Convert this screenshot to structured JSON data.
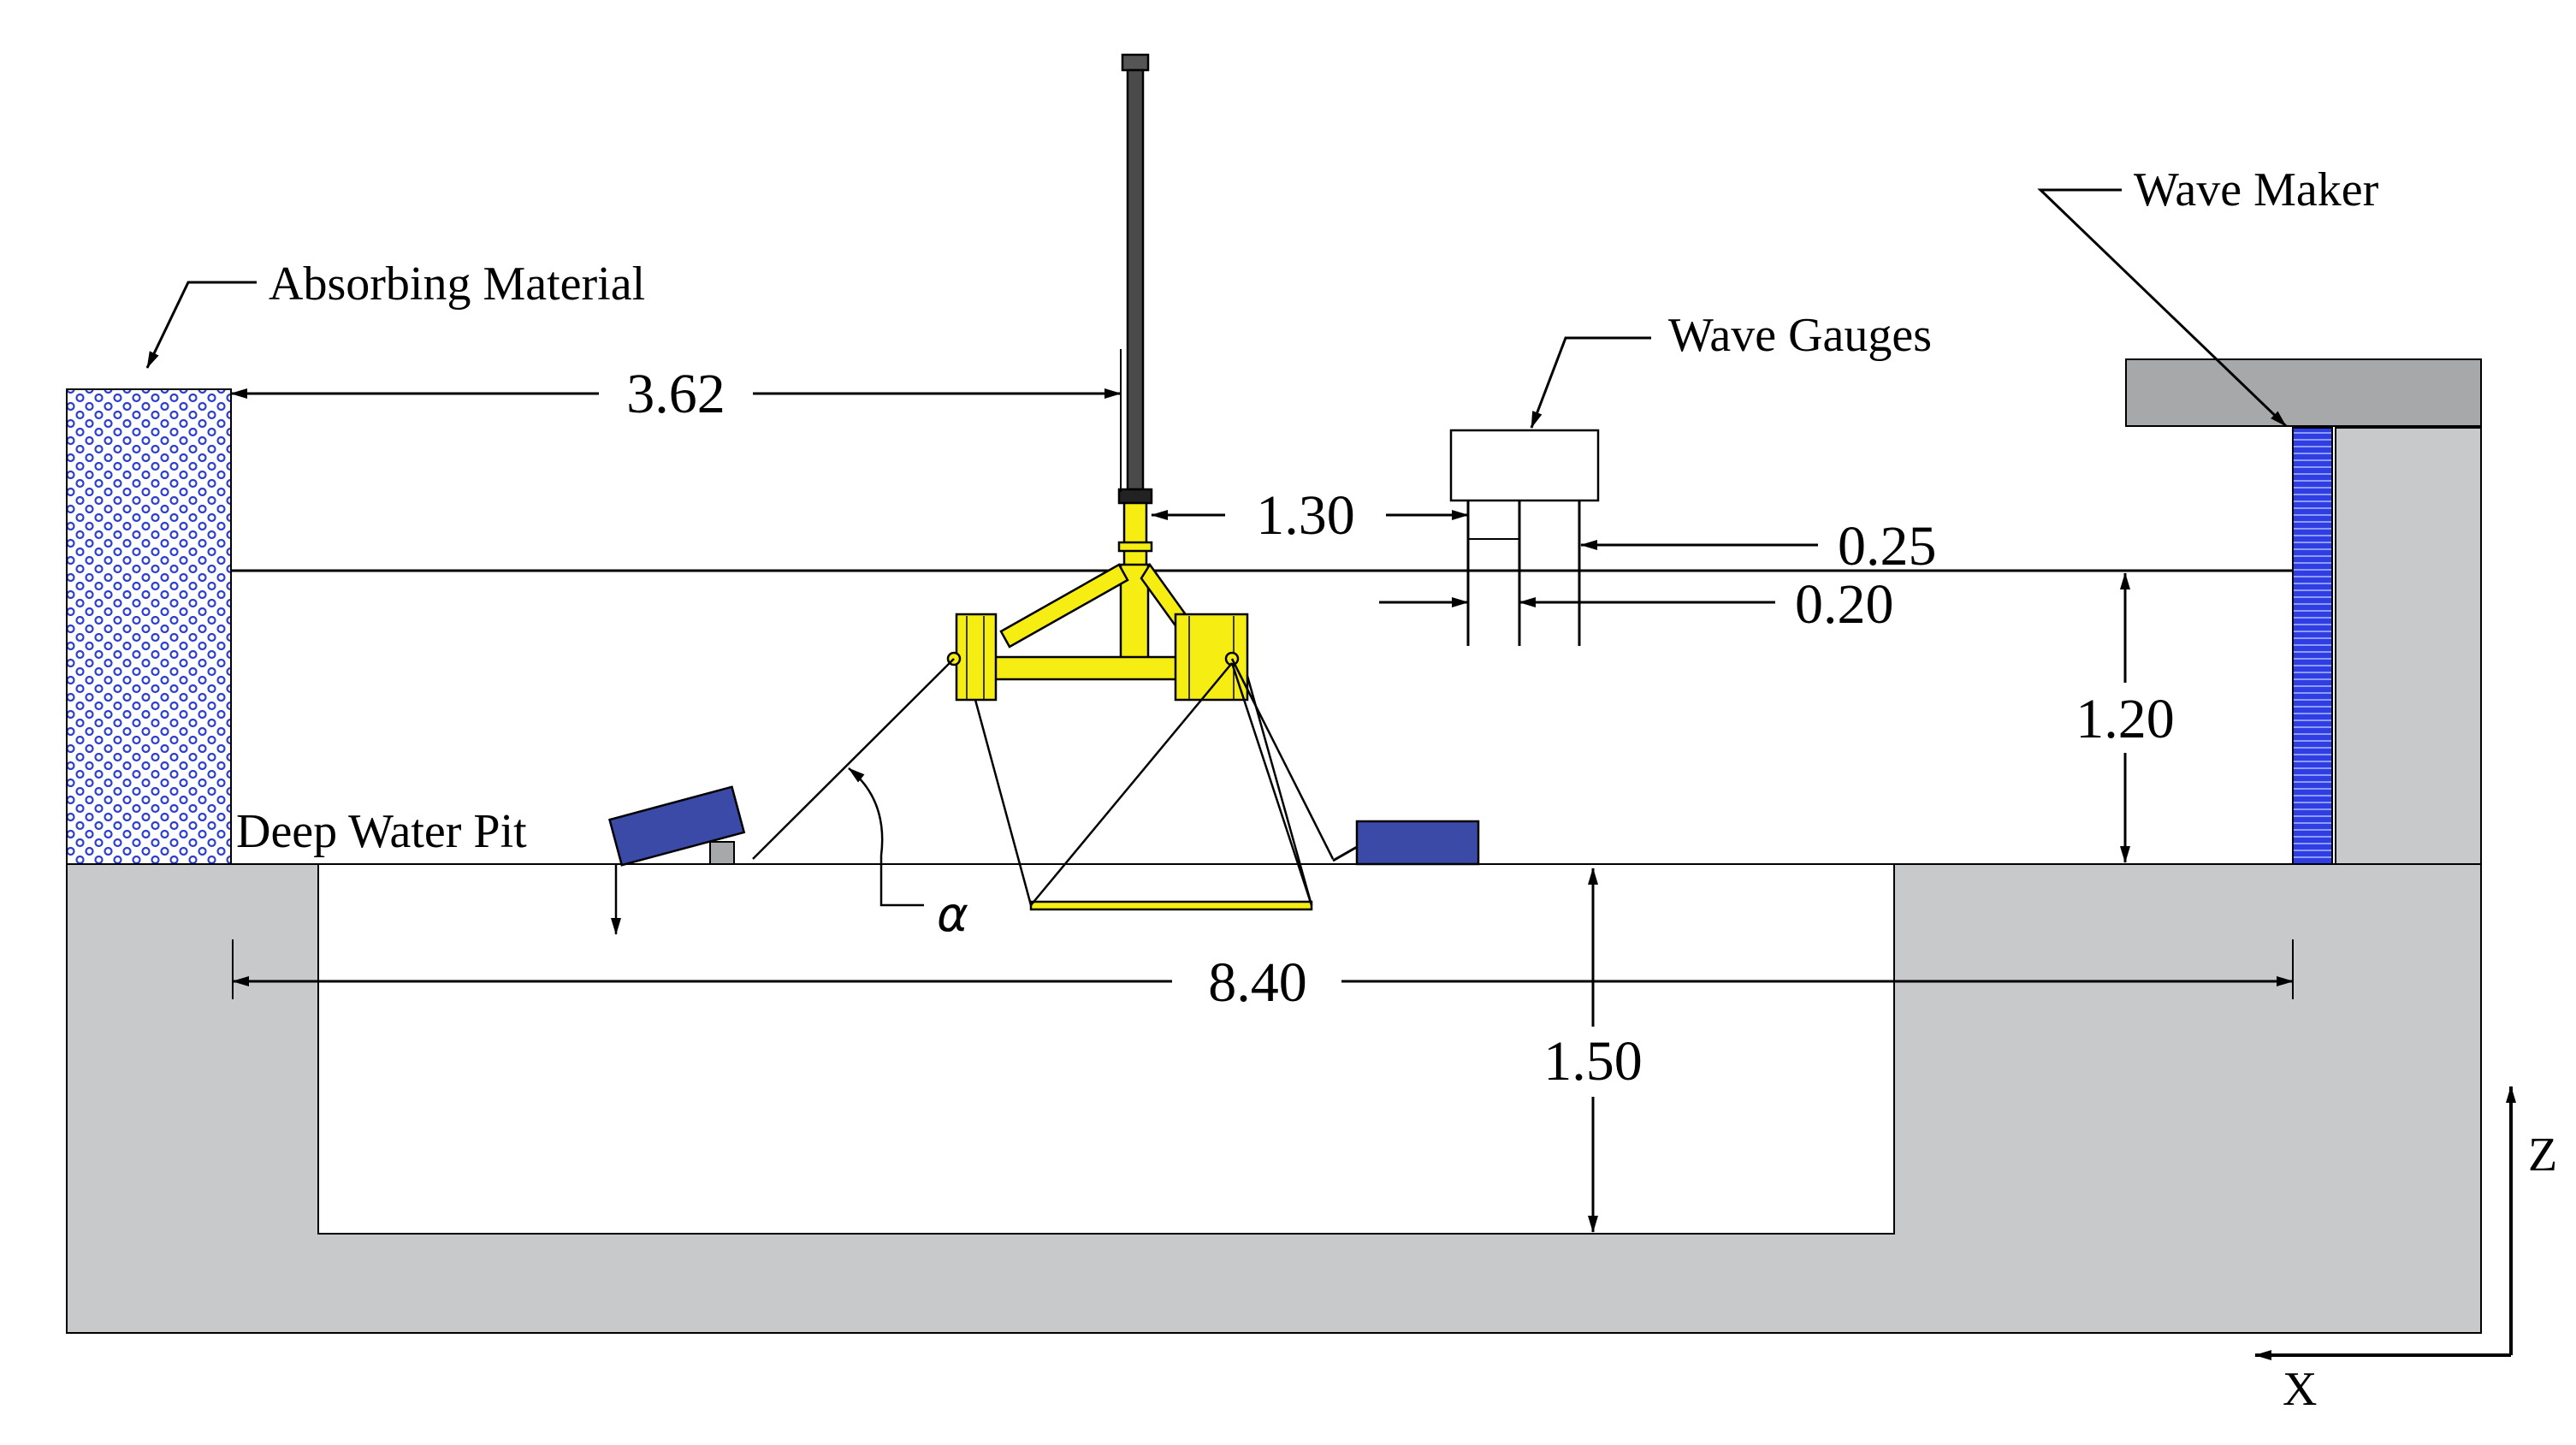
{
  "labels": {
    "absorbing_material": "Absorbing Material",
    "wave_maker": "Wave Maker",
    "wave_gauges": "Wave Gauges",
    "deep_water_pit": "Deep Water Pit",
    "alpha": "α"
  },
  "dimensions": {
    "absorber_to_platform": "3.62",
    "platform_to_gauge": "1.30",
    "gauge_spacing_a": "0.25",
    "gauge_spacing_b": "0.20",
    "water_depth": "1.20",
    "pit_length": "8.40",
    "pit_depth": "1.50"
  },
  "axes": {
    "z": "Z",
    "x": "X"
  },
  "colors": {
    "basin": "#c8c9cb",
    "wave_maker_cap": "#a7a8aa",
    "absorber": "#2d3fd1",
    "wave_maker_paddle": "#2f3ee0",
    "platform": "#f6ee12",
    "anchor_block": "#3a4aa6",
    "ink": "#000000"
  }
}
